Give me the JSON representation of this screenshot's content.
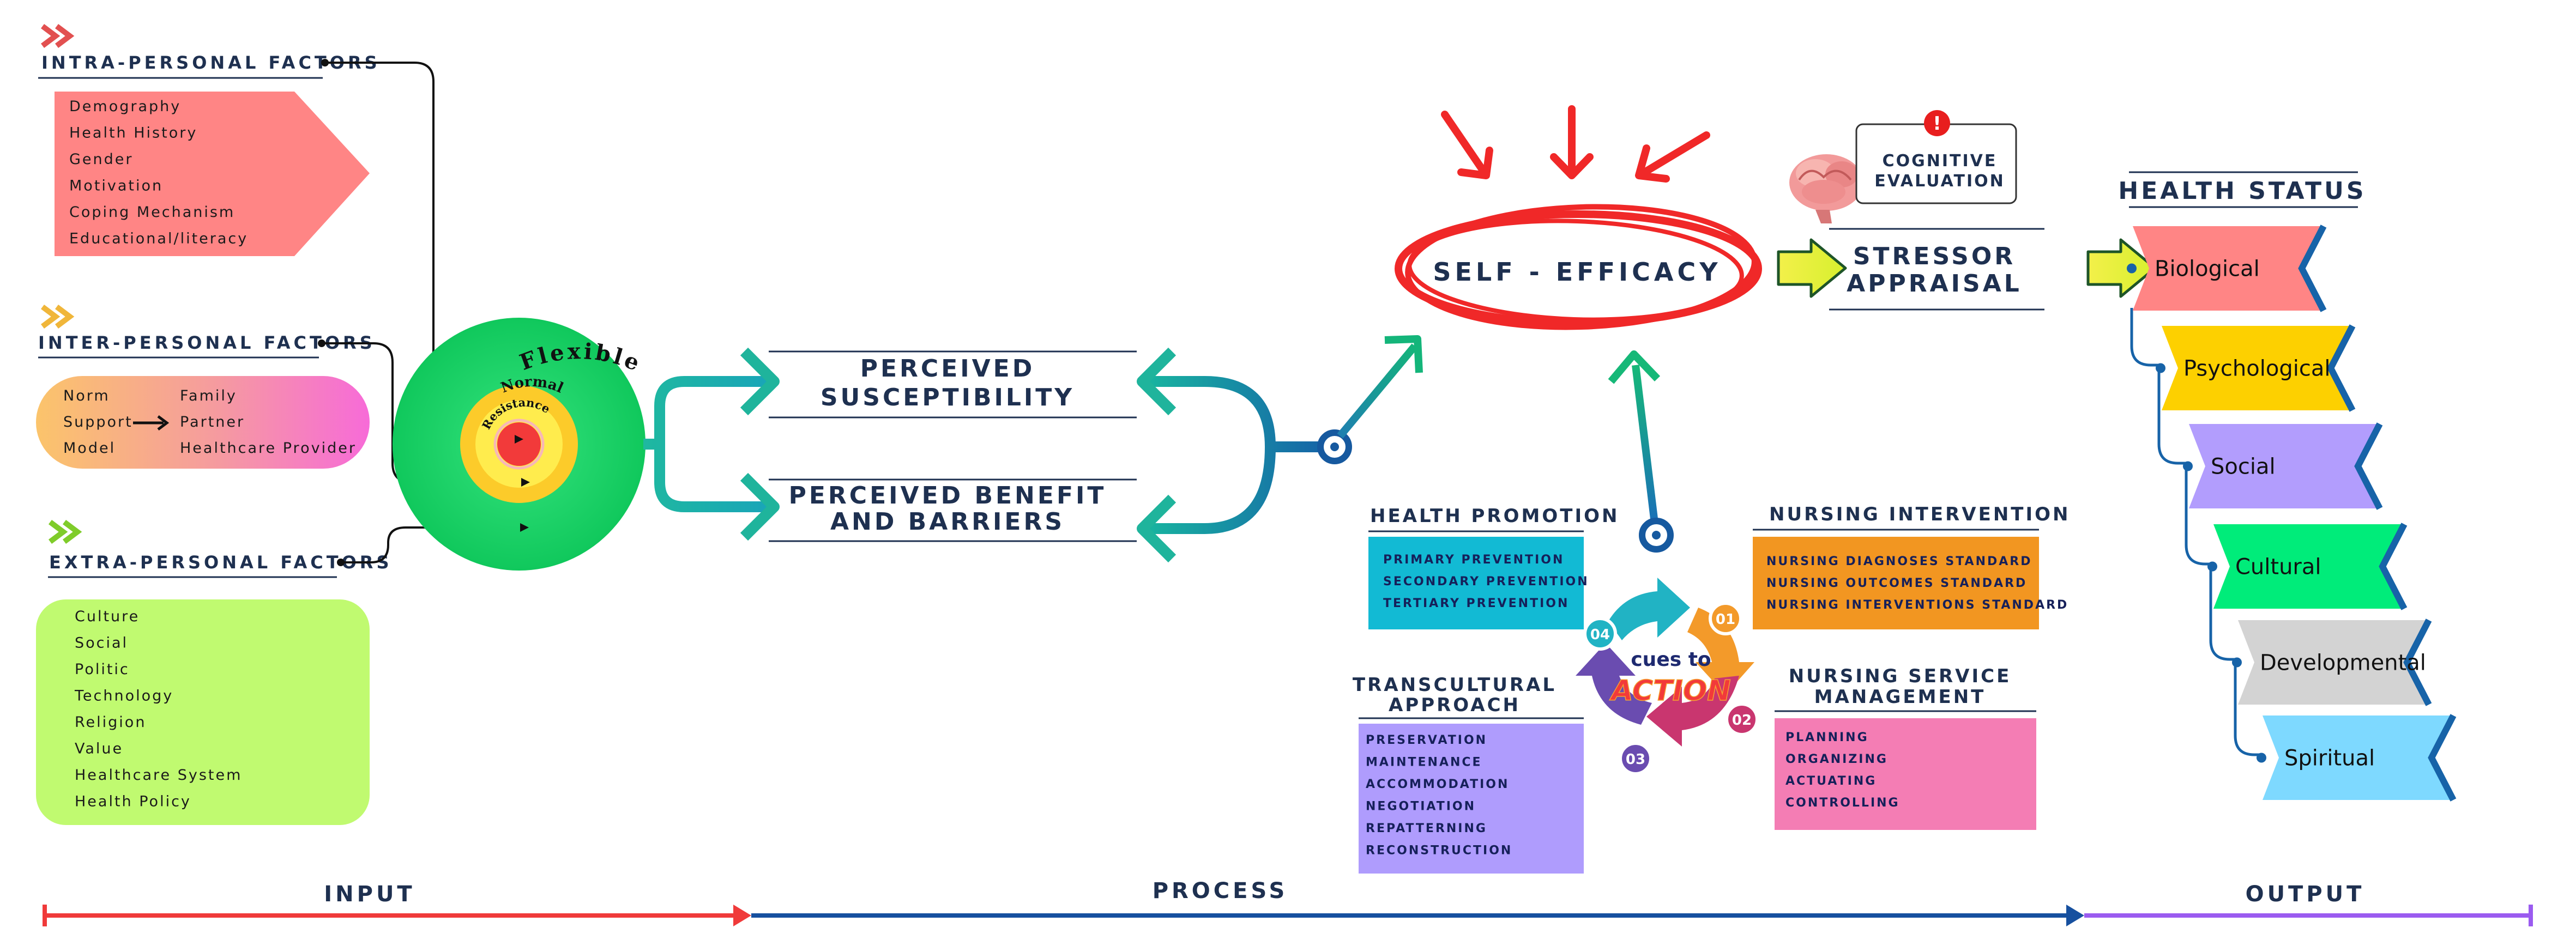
{
  "left": {
    "intra": {
      "title": "INTRA-PERSONAL FACTORS",
      "items": [
        "Demography",
        "Health History",
        "Gender",
        "Motivation",
        "Coping Mechanism",
        "Educational/literacy"
      ]
    },
    "inter": {
      "title": "INTER-PERSONAL FACTORS",
      "col1": [
        "Norm",
        "Support",
        "Model"
      ],
      "col2": [
        "Family",
        "Partner",
        "Healthcare Provider"
      ]
    },
    "extra": {
      "title": "EXTRA-PERSONAL FACTORS",
      "items": [
        "Culture",
        "Social",
        "Politic",
        "Technology",
        "Religion",
        "Value",
        "Healthcare System",
        "Health Policy"
      ]
    }
  },
  "circles": {
    "flexible": "Flexible",
    "normal": "Normal",
    "resistance": "Resistance"
  },
  "perceived": {
    "susceptibility": [
      "PERCEIVED",
      "SUSCEPTIBILITY"
    ],
    "benefit": [
      "PERCEIVED BENEFIT",
      "AND BARRIERS"
    ]
  },
  "self_efficacy": "SELF - EFFICACY",
  "cognitive": [
    "COGNITIVE",
    "EVALUATION"
  ],
  "stressor": [
    "STRESSOR",
    "APPRAISAL"
  ],
  "health_status": {
    "title": "HEALTH STATUS",
    "items": [
      "Biological",
      "Psychological",
      "Social",
      "Cultural",
      "Developmental",
      "Spiritual"
    ],
    "colors": [
      "#FF8585",
      "#FDD000",
      "#B29DFD",
      "#00EC7A",
      "#D3D3D3",
      "#7ED9FF"
    ]
  },
  "health_promotion": {
    "title": "HEALTH PROMOTION",
    "items": [
      "PRIMARY PREVENTION",
      "SECONDARY PREVENTION",
      "TERTIARY PREVENTION"
    ]
  },
  "nursing_intervention": {
    "title": "NURSING INTERVENTION",
    "items": [
      "NURSING DIAGNOSES STANDARD",
      "NURSING OUTCOMES STANDARD",
      "NURSING INTERVENTIONS STANDARD"
    ]
  },
  "transcultural": {
    "title": [
      "TRANSCULTURAL",
      "APPROACH"
    ],
    "items": [
      "PRESERVATION",
      "MAINTENANCE",
      "ACCOMMODATION",
      "NEGOTIATION",
      "REPATTERNING",
      "RECONSTRUCTION"
    ]
  },
  "nursing_service": {
    "title": [
      "NURSING SERVICE",
      "MANAGEMENT"
    ],
    "items": [
      "PLANNING",
      "ORGANIZING",
      "ACTUATING",
      "CONTROLLING"
    ]
  },
  "cues": {
    "line1": "cues to",
    "line2": "ACTION",
    "steps": [
      "01",
      "02",
      "03",
      "04"
    ]
  },
  "timeline": {
    "input": "INPUT",
    "process": "PROCESS",
    "output": "OUTPUT"
  }
}
